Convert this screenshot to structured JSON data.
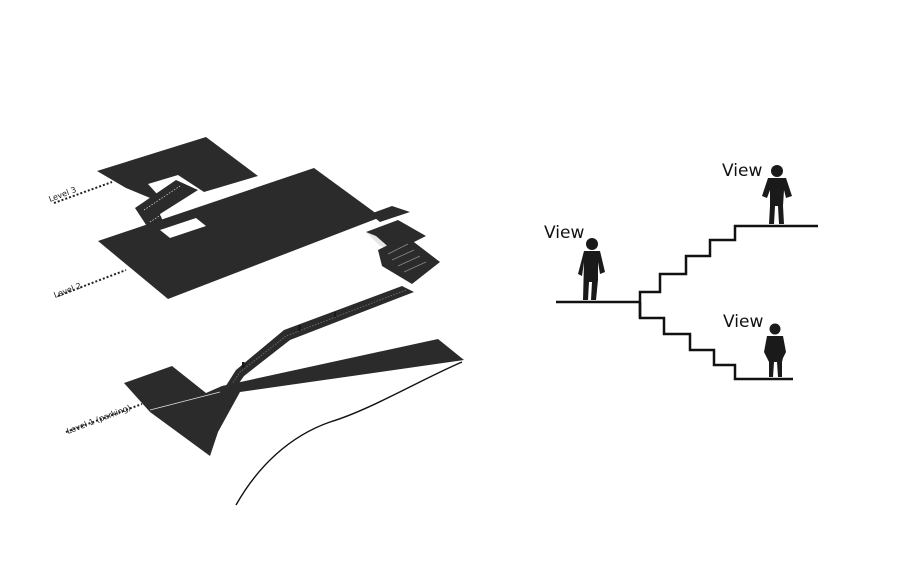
{
  "levels": [
    {
      "label": "Level 3"
    },
    {
      "label": "Level 2"
    },
    {
      "label": "Level 1 (parking)"
    }
  ],
  "views": [
    {
      "label": "View"
    },
    {
      "label": "View"
    },
    {
      "label": "View"
    }
  ],
  "colors": {
    "slab": "#2b2b2b",
    "line": "#111111",
    "background": "#ffffff"
  }
}
